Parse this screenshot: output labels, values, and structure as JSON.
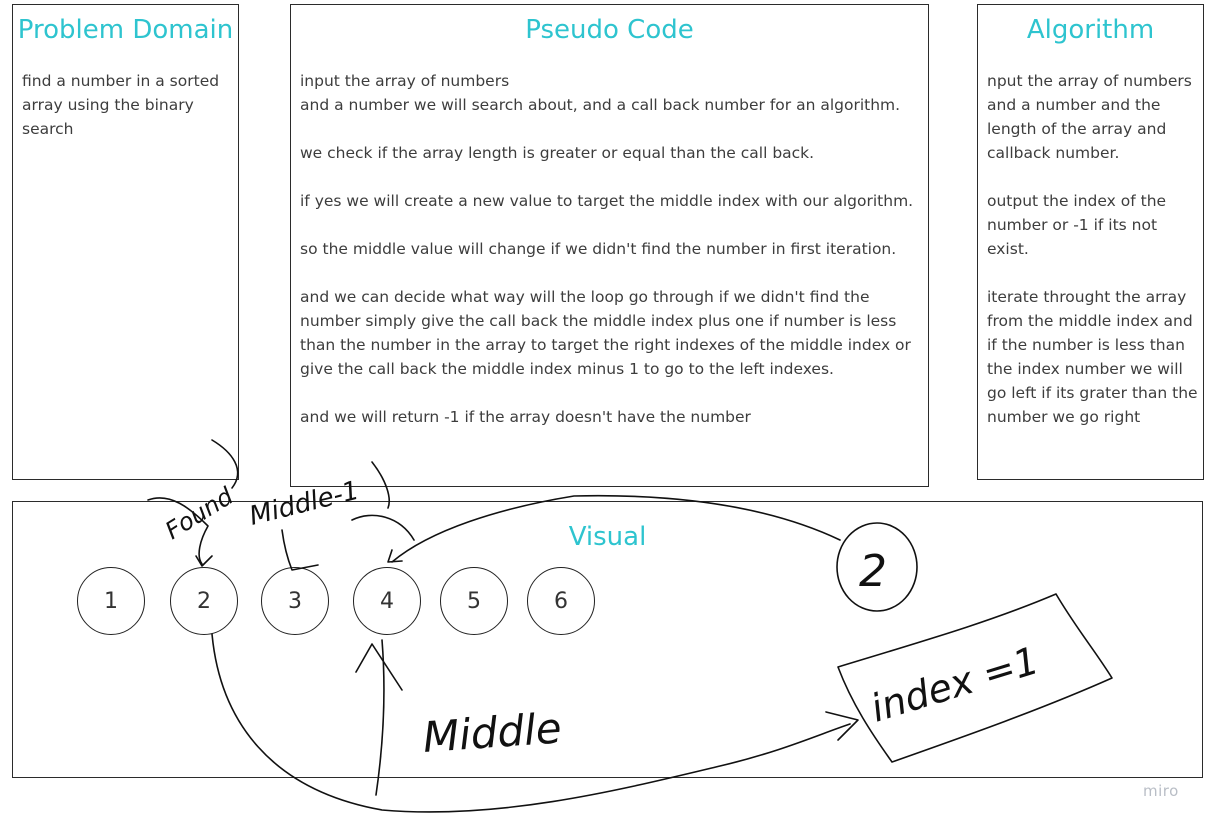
{
  "board": {
    "problem_domain": {
      "title": "Problem Domain",
      "paragraphs": [
        "find a number in a sorted array using the binary search"
      ]
    },
    "pseudo_code": {
      "title": "Pseudo Code",
      "paragraphs": [
        "input the array of numbers\nand a number we will search about, and a call back number for an algorithm.",
        "we check if the array length is greater or equal than the call back.",
        "if yes we will create a new value to target the middle index with our algorithm.",
        "so the middle value will change if we didn't find the number in first iteration.",
        "and we can decide what way will the loop go through if we didn't find the number simply give the call back the middle index plus one if number is less than the number in the array to target the right indexes of the middle index or give the call back the middle index minus 1 to go to the left indexes.",
        "and we will return -1 if the array doesn't have the number"
      ]
    },
    "algorithm": {
      "title": "Algorithm",
      "paragraphs": [
        "nput the array of numbers and a number and the length of the array and callback number.",
        "output the index of the number or -1 if its not exist.",
        "iterate throught the array from the middle index and if the number is less than the index number we will go left if its grater than the number we go right"
      ]
    },
    "visual": {
      "title": "Visual",
      "nodes": [
        "1",
        "2",
        "3",
        "4",
        "5",
        "6"
      ]
    }
  },
  "annotations": {
    "found": "Found",
    "middle_minus_one": "Middle-1",
    "middle": "Middle",
    "step_number": "2",
    "result": "index =1"
  },
  "watermark": "miro",
  "colors": {
    "title": "#2ec4cf",
    "border": "#2b2b2b",
    "body_text": "#3d3d3d",
    "ink": "#111111",
    "watermark": "#b9bec6"
  }
}
